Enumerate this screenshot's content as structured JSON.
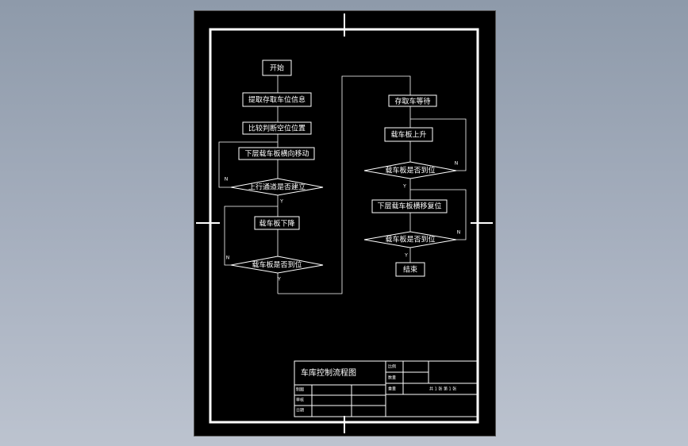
{
  "flowchart": {
    "start": "开始",
    "read_info": "提取存取车位信息",
    "compare": "比较判断空位位置",
    "lower_move": "下层载车板横向移动",
    "cond_channel": "上行通道是否建立",
    "plate_down": "载车板下降",
    "cond_in_place_1": "载车板是否到位",
    "wait": "存取车等待",
    "plate_up": "载车板上升",
    "cond_in_place_2": "载车板是否到位",
    "lower_reset": "下层载车板横移复位",
    "cond_in_place_3": "载车板是否到位",
    "end": "结束",
    "yes": "Y",
    "no": "N"
  },
  "title_block": {
    "drawing_title": "车库控制流程图",
    "field_scale": "比例",
    "field_count": "数量",
    "field_material": "重量",
    "field_design": "制图",
    "field_check": "审核",
    "field_date": "日期",
    "sheet_info": "共 1 张   第 1 张"
  }
}
